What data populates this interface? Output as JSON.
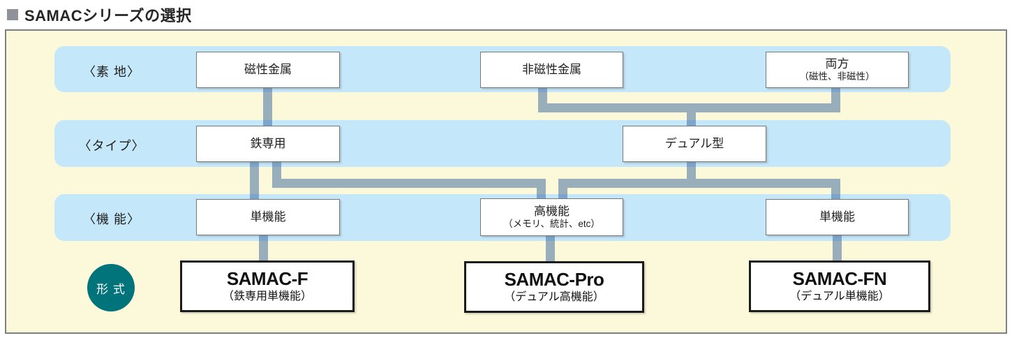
{
  "title": {
    "text": "SAMACシリーズの選択"
  },
  "flow": {
    "rows": [
      {
        "label": "〈素 地〉",
        "boxes": [
          {
            "line1": "磁性金属",
            "line2": ""
          },
          {
            "line1": "非磁性金属",
            "line2": ""
          },
          {
            "line1": "両方",
            "line2": "（磁性、非磁性）"
          }
        ]
      },
      {
        "label": "〈タイプ〉",
        "boxes": [
          {
            "line1": "鉄専用",
            "line2": ""
          },
          {
            "line1": "デュアル型",
            "line2": ""
          }
        ]
      },
      {
        "label": "〈機 能〉",
        "boxes": [
          {
            "line1": "単機能",
            "line2": ""
          },
          {
            "line1": "高機能",
            "line2": "（メモリ、統計、etc）"
          },
          {
            "line1": "単機能",
            "line2": ""
          }
        ]
      }
    ],
    "result": {
      "badge": "形 式",
      "models": [
        {
          "name": "SAMAC-F",
          "desc": "（鉄専用単機能）"
        },
        {
          "name": "SAMAC-Pro",
          "desc": "（デュアル高機能）"
        },
        {
          "name": "SAMAC-FN",
          "desc": "（デュアル単機能）"
        }
      ]
    }
  },
  "colors": {
    "panel_bg": "#FCF8DA",
    "band_bg": "#C5E7FA",
    "connector": "rgba(59,106,160,0.52)",
    "badge_bg": "#00737B",
    "title_bullet": "#8F9399",
    "box_border": "#75797B",
    "model_border": "#1b1b1b"
  }
}
